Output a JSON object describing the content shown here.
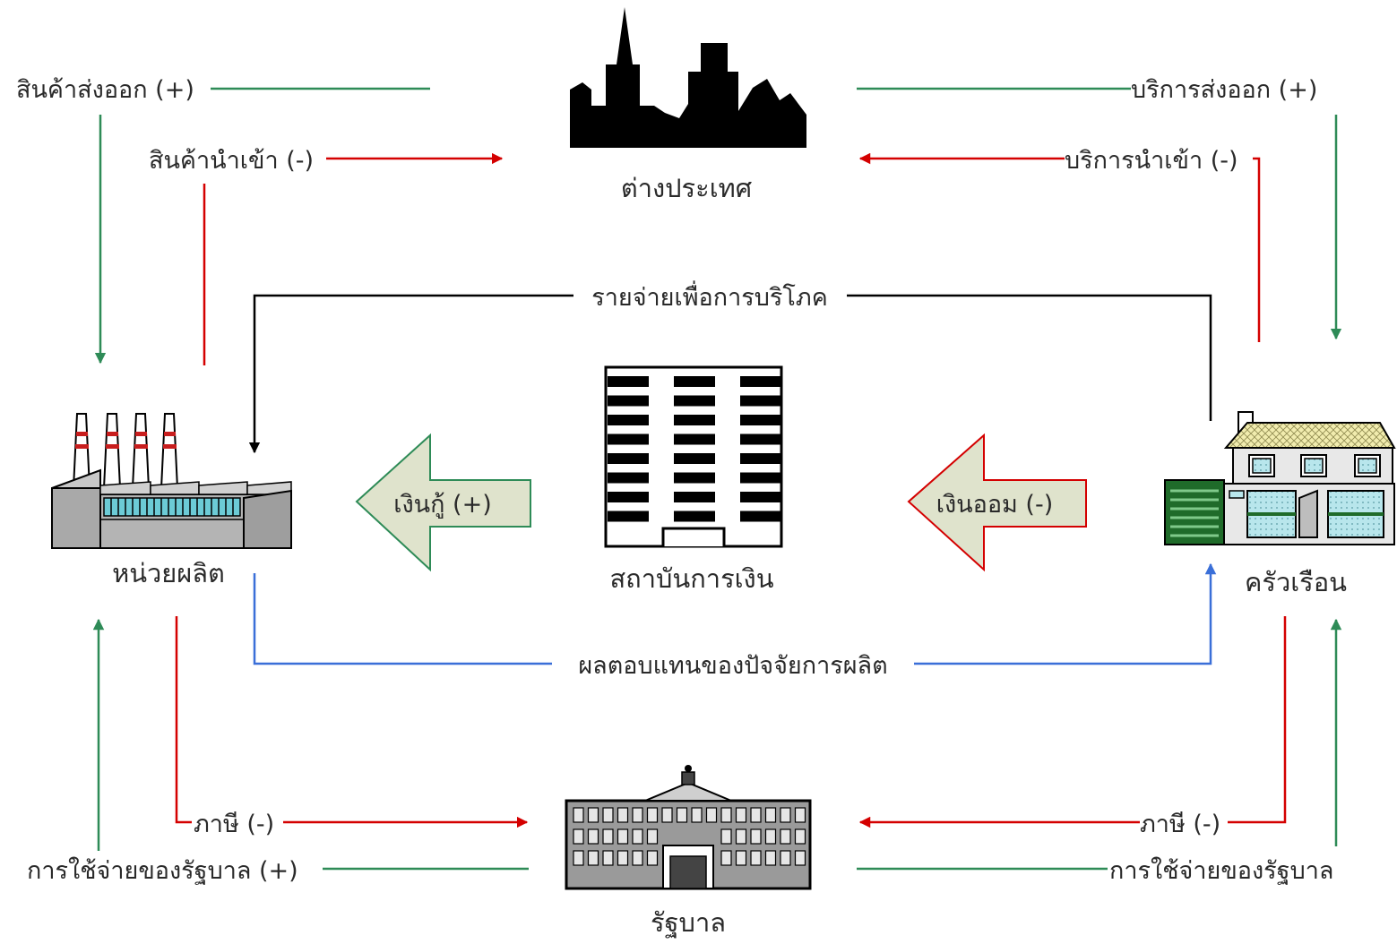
{
  "nodes": {
    "foreign": "ต่างประเทศ",
    "producers": "หน่วยผลิต",
    "financial": "สถาบันการเงิน",
    "households": "ครัวเรือน",
    "government": "รัฐบาล"
  },
  "flows": {
    "goods_export": "สินค้าส่งออก (+)",
    "goods_import": "สินค้านำเข้า (-)",
    "services_export": "บริการส่งออก (+)",
    "services_import": "บริการนำเข้า (-)",
    "consumption": "รายจ่ายเพื่อการบริโภค",
    "factor_payments": "ผลตอบแทนของปัจจัยการผลิต",
    "loans": "เงินกู้ (+)",
    "savings": "เงินออม (-)",
    "tax_producers": "ภาษี (-)",
    "tax_households": "ภาษี (-)",
    "gov_spending_producers": "การใช้จ่ายของรัฐบาล (+)",
    "gov_spending_households": "การใช้จ่ายของรัฐบาล"
  },
  "colors": {
    "green": "#2e8b57",
    "red": "#d40000",
    "blue": "#3a6fd8",
    "black": "#000000",
    "arrow_fill": "#dfe3cc"
  },
  "icons": {
    "foreign": "city-skyline-icon",
    "producers": "factory-icon",
    "financial": "office-building-icon",
    "households": "house-icon",
    "government": "government-building-icon"
  }
}
